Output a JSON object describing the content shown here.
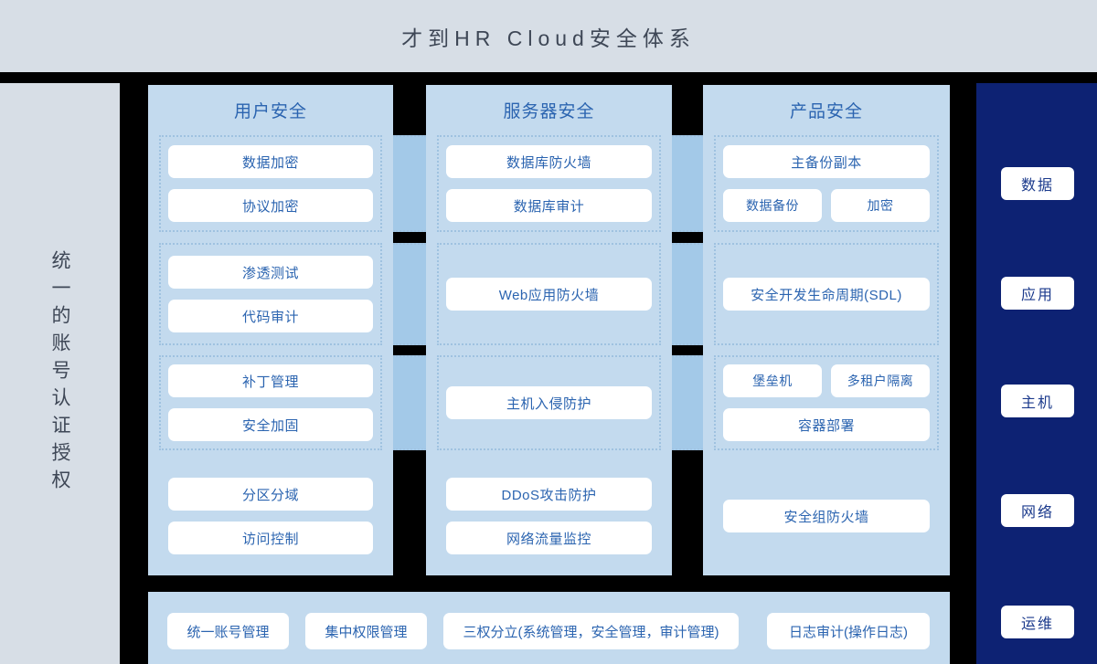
{
  "header": {
    "title": "才到HR Cloud安全体系",
    "bg_color": "#d7dee6",
    "text_color": "#3e4756"
  },
  "left_sidebar": {
    "label": "统一的账号认证授权",
    "bg_color": "#d7dee6"
  },
  "colors": {
    "column_bg": "#c3daee",
    "connector_bg": "#a3c9e8",
    "dashed_border": "#9fc2e0",
    "chip_bg": "#ffffff",
    "chip_text": "#2b64b0",
    "navy_panel": "#0d2273",
    "navy_tag_text": "#1b3a8c",
    "page_bg": "#000000"
  },
  "columns": [
    {
      "id": "col-user-security",
      "header": "用户安全",
      "rows": [
        {
          "banded": true,
          "items": [
            {
              "label": "数据加密",
              "width": "full"
            },
            {
              "label": "协议加密",
              "width": "full"
            }
          ]
        },
        {
          "banded": true,
          "items": [
            {
              "label": "渗透测试",
              "width": "full"
            },
            {
              "label": "代码审计",
              "width": "full"
            }
          ]
        },
        {
          "banded": true,
          "items": [
            {
              "label": "补丁管理",
              "width": "full"
            },
            {
              "label": "安全加固",
              "width": "full"
            }
          ]
        },
        {
          "banded": false,
          "items": [
            {
              "label": "分区分域",
              "width": "full"
            },
            {
              "label": "访问控制",
              "width": "full"
            }
          ]
        }
      ]
    },
    {
      "id": "col-server-security",
      "header": "服务器安全",
      "rows": [
        {
          "banded": true,
          "items": [
            {
              "label": "数据库防火墙",
              "width": "full"
            },
            {
              "label": "数据库审计",
              "width": "full"
            }
          ]
        },
        {
          "banded": true,
          "items": [
            {
              "label": "Web应用防火墙",
              "width": "full"
            }
          ]
        },
        {
          "banded": true,
          "items": [
            {
              "label": "主机入侵防护",
              "width": "full"
            }
          ]
        },
        {
          "banded": false,
          "items": [
            {
              "label": "DDoS攻击防护",
              "width": "full"
            },
            {
              "label": "网络流量监控",
              "width": "full"
            }
          ]
        }
      ]
    },
    {
      "id": "col-product-security",
      "header": "产品安全",
      "rows": [
        {
          "banded": true,
          "items": [
            {
              "label": "主备份副本",
              "width": "full"
            },
            {
              "label": "数据备份",
              "width": "half-left"
            },
            {
              "label": "加密",
              "width": "half-right"
            }
          ]
        },
        {
          "banded": true,
          "items": [
            {
              "label": "安全开发生命周期(SDL)",
              "width": "full"
            }
          ]
        },
        {
          "banded": true,
          "items": [
            {
              "label": "堡垒机",
              "width": "half-left"
            },
            {
              "label": "多租户隔离",
              "width": "half-right"
            },
            {
              "label": "容器部署",
              "width": "full"
            }
          ]
        },
        {
          "banded": false,
          "items": [
            {
              "label": "安全组防火墙",
              "width": "full"
            }
          ]
        }
      ]
    }
  ],
  "bottom_bar": {
    "items": [
      {
        "label": "统一账号管理"
      },
      {
        "label": "集中权限管理"
      },
      {
        "label": "三权分立(系统管理，安全管理，审计管理)"
      },
      {
        "label": "日志审计(操作日志)"
      }
    ]
  },
  "right_sidebar": {
    "tags": [
      {
        "label": "数据"
      },
      {
        "label": "应用"
      },
      {
        "label": "主机"
      },
      {
        "label": "网络"
      },
      {
        "label": "运维"
      }
    ]
  }
}
